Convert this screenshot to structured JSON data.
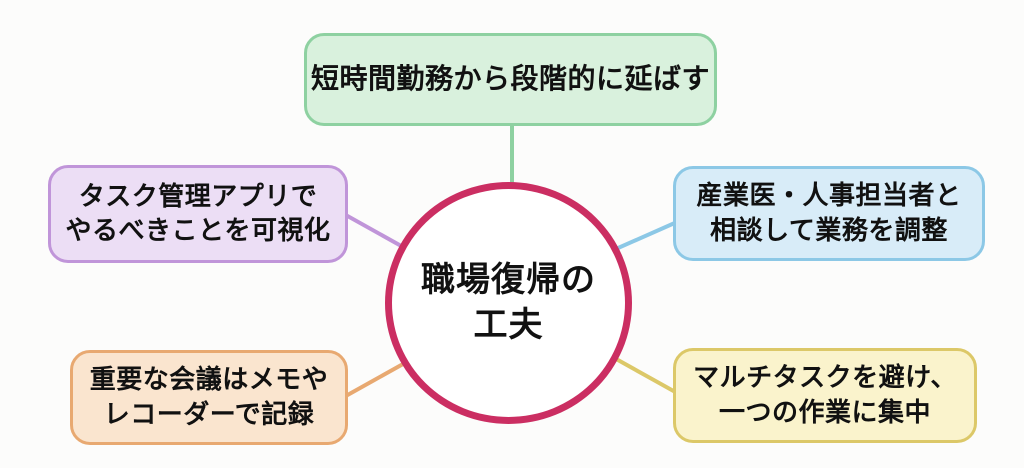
{
  "center": {
    "line1": "職場復帰の",
    "line2": "工夫"
  },
  "nodes": {
    "top": {
      "label": "短時間勤務から段階的に延ばす"
    },
    "left_upper": {
      "line1": "タスク管理アプリで",
      "line2": "やるべきことを可視化"
    },
    "right_upper": {
      "line1": "産業医・人事担当者と",
      "line2": "相談して業務を調整"
    },
    "left_lower": {
      "line1": "重要な会議はメモや",
      "line2": "レコーダーで記録"
    },
    "right_lower": {
      "line1": "マルチタスクを避け、",
      "line2": "一つの作業に集中"
    }
  },
  "edges": [
    {
      "from": "center",
      "to": "top"
    },
    {
      "from": "center",
      "to": "left_upper"
    },
    {
      "from": "center",
      "to": "right_upper"
    },
    {
      "from": "center",
      "to": "left_lower"
    },
    {
      "from": "center",
      "to": "right_lower"
    }
  ],
  "colors": {
    "background": "#fcfcfb",
    "text": "#111111",
    "center_border": "#cb2e62",
    "center_fill": "#ffffff",
    "top_fill": "#d9f1dd",
    "top_border": "#8ed1a1",
    "left_upper_fill": "#ecdef5",
    "left_upper_border": "#c095d9",
    "right_upper_fill": "#d8ecf8",
    "right_upper_border": "#8cc8e6",
    "left_lower_fill": "#fae5cf",
    "left_lower_border": "#e8a971",
    "right_lower_fill": "#faf3cc",
    "right_lower_border": "#dcc868"
  }
}
